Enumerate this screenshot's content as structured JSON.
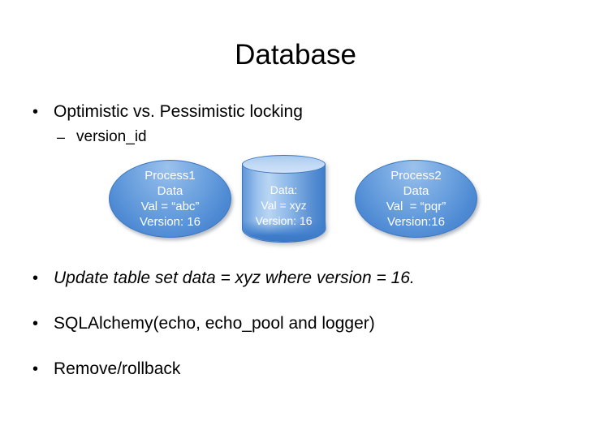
{
  "slide": {
    "title": "Database",
    "background_color": "#ffffff",
    "text_color": "#000000"
  },
  "bullets": [
    {
      "marker": "•",
      "text": "Optimistic vs. Pessimistic locking",
      "italic": false
    },
    {
      "marker": "•",
      "text": "Update table set data = xyz where version = 16.",
      "italic": true
    },
    {
      "marker": "•",
      "text": "SQLAlchemy(echo, echo_pool and logger)",
      "italic": false
    },
    {
      "marker": "•",
      "text": "Remove/rollback",
      "italic": false
    }
  ],
  "sub_bullet": {
    "marker": "–",
    "text": "version_id"
  },
  "diagram": {
    "accent_color": "#4f8bd4",
    "outline_color": "#3c76be",
    "label_color": "#ffffff",
    "cylinder_top_color": "#c2daf5",
    "nodes": [
      {
        "shape": "ellipse",
        "name": "process1",
        "lines": [
          "Process1",
          "Data",
          "Val = “abc”",
          "Version: 16"
        ]
      },
      {
        "shape": "cylinder",
        "name": "database",
        "lines": [
          "Data:",
          "Val = xyz",
          "Version: 16"
        ]
      },
      {
        "shape": "ellipse",
        "name": "process2",
        "lines": [
          "Process2",
          "Data",
          "Val  = “pqr”",
          "Version:16"
        ]
      }
    ]
  }
}
